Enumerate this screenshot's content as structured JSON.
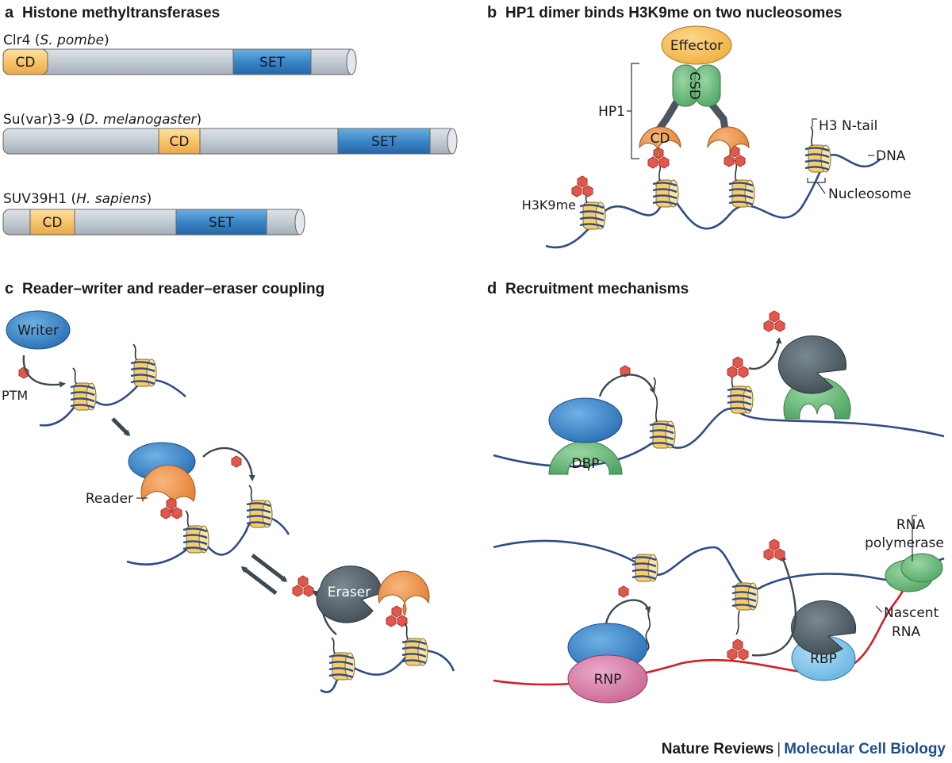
{
  "panel_a": {
    "letter": "a",
    "title": "Histone methyltransferases",
    "proteins": [
      {
        "name": "Clr4 (",
        "species": "S. pombe",
        "close": ")",
        "cd": "CD",
        "set": "SET"
      },
      {
        "name": "Su(var)3-9 (",
        "species": "D. melanogaster",
        "close": ")",
        "cd": "CD",
        "set": "SET"
      },
      {
        "name": "SUV39H1 (",
        "species": "H. sapiens",
        "close": ")",
        "cd": "CD",
        "set": "SET"
      }
    ]
  },
  "panel_b": {
    "letter": "b",
    "title": "HP1 dimer binds H3K9me on two nucleosomes",
    "effector": "Effector",
    "csd": "CSD",
    "hp1": "HP1",
    "cd": "CD",
    "h3_tail": "H3 N-tail",
    "dna": "DNA",
    "nucleosome": "Nucleosome",
    "h3k9me": "H3K9me"
  },
  "panel_c": {
    "letter": "c",
    "title": "Reader–writer and reader–eraser coupling",
    "writer": "Writer",
    "ptm": "PTM",
    "reader": "Reader",
    "eraser": "Eraser"
  },
  "panel_d": {
    "letter": "d",
    "title": "Recruitment mechanisms",
    "dbp": "DBP",
    "rna_pol_1": "RNA",
    "rna_pol_2": "polymerase",
    "nascent_1": "Nascent",
    "nascent_2": "RNA",
    "rbp": "RBP",
    "rnp": "RNP"
  },
  "footer": {
    "journal": "Nature Reviews",
    "separator": "|",
    "section": "Molecular Cell Biology"
  },
  "colors": {
    "cd_domain": "#f9c46b",
    "set_domain": "#3a86c8",
    "bar_grey": "#c3cbd3",
    "hp1_green": "#6cb97a",
    "reader_orange": "#f0944a",
    "writer_blue": "#3a86c8",
    "eraser_grey": "#4f5d66",
    "mark_red": "#e2574c",
    "dna_blue": "#2f4c86",
    "rna_red": "#d21f26",
    "rnp_pink": "#d77aa8",
    "rbp_lightblue": "#7fc3ea",
    "nucleosome_yellow": "#f7cd6c"
  }
}
